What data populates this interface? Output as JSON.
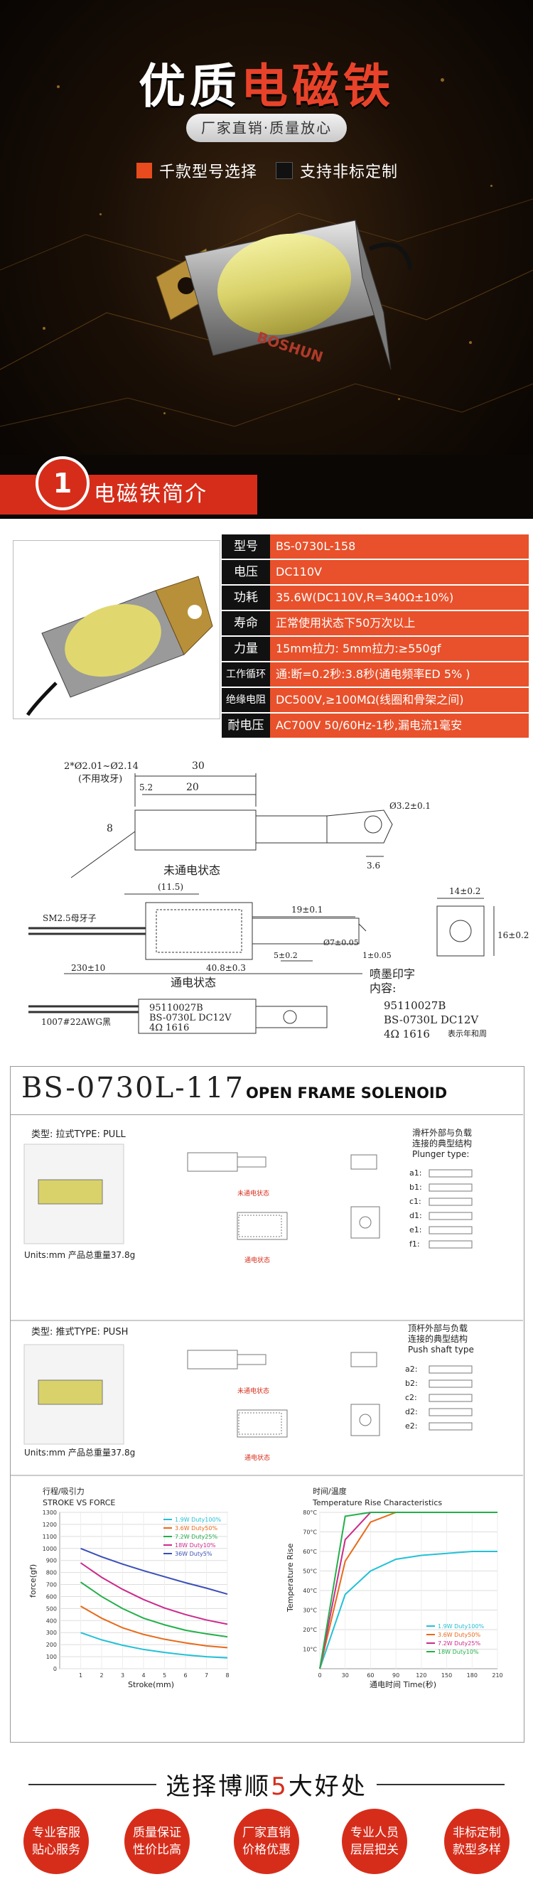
{
  "hero": {
    "title_a": "优质",
    "title_b": "电磁铁",
    "subtitle": "厂家直销·质量放心",
    "features": [
      {
        "label": "千款型号选择",
        "color": "#e84c1e"
      },
      {
        "label": "支持非标定制",
        "color": "#111111"
      }
    ],
    "brand_on_product": "BOSHUN"
  },
  "section1": {
    "number": "1",
    "title": "电磁铁简介"
  },
  "specs": [
    {
      "key": "型号",
      "value": "BS-0730L-158"
    },
    {
      "key": "电压",
      "value": "DC110V"
    },
    {
      "key": "功耗",
      "value": "35.6W(DC110V,R=340Ω±10%)"
    },
    {
      "key": "寿命",
      "value": "正常使用状态下50万次以上"
    },
    {
      "key": "力量",
      "value": "15mm拉力: 5mm拉力:≥550gf"
    },
    {
      "key": "工作循环",
      "value": "通:断=0.2秒:3.8秒(通电频率ED 5% )"
    },
    {
      "key": "绝缘电阻",
      "value": "DC500V,≥100MΩ(线圈和骨架之间)"
    },
    {
      "key": "耐电压",
      "value": "AC700V 50/60Hz-1秒,漏电流1毫安"
    }
  ],
  "drawing": {
    "hole_note": "2*Ø2.01~Ø2.14",
    "hole_note2": "(不用攻牙)",
    "dim_30": "30",
    "dim_20": "20",
    "dim_5_2": "5.2",
    "dim_8": "8",
    "dim_3_2": "Ø3.2±0.1",
    "dim_3_6": "3.6",
    "state_off": "未通电状态",
    "dim_11_5": "(11.5)",
    "sm_nut": "SM2.5母牙子",
    "dim_19": "19±0.1",
    "dim_14": "14±0.2",
    "dim_16": "16±0.2",
    "dim_7": "Ø7±0.05",
    "dim_1": "1±0.05",
    "dim_5": "5±0.2",
    "dim_230": "230±10",
    "dim_40_8": "40.8±0.3",
    "state_on": "通电状态",
    "ink_title": "喷墨印字",
    "ink_title2": "内容:",
    "ink_lines": [
      "95110027B",
      "BS-0730L  DC12V",
      "4Ω  1616"
    ],
    "label_lines": [
      "95110027B",
      "BS-0730L  DC12V",
      "4Ω   1616"
    ],
    "wire": "1007#22AWG黑",
    "date_note": "表示年和周"
  },
  "catalog": {
    "model": "BS-0730L-117",
    "type": "OPEN FRAME SOLENOID",
    "pull_label": "类型: 拉式TYPE: PULL",
    "push_label": "类型: 推式TYPE: PUSH",
    "units": "Units:mm  产品总重量37.8g",
    "state_off": "未通电状态",
    "state_on": "通电状态",
    "pull_note": [
      "滑杆外部与负载",
      "连接的典型结构",
      "Plunger type:"
    ],
    "pull_types": [
      "a1:",
      "b1:",
      "c1:",
      "d1:",
      "e1:",
      "f1:"
    ],
    "push_note": [
      "顶杆外部与负载",
      "连接的典型结构",
      "Push shaft type"
    ],
    "push_types": [
      "a2:",
      "b2:",
      "c2:",
      "d2:",
      "e2:"
    ],
    "force_title": "行程/吸引力",
    "force_title2": "STROKE VS FORCE",
    "force_ylabel": "force(gf)",
    "force_xlabel": "Stroke(mm)",
    "temp_title": "时间/温度",
    "temp_title2": "Temperature Rise Characteristics",
    "temp_ylabel": "Temperature Rise",
    "temp_xlabel": "通电时间  Time(秒)"
  },
  "chart_data": [
    {
      "type": "line",
      "title": "STROKE VS FORCE",
      "xlabel": "Stroke(mm)",
      "ylabel": "force(gf)",
      "x": [
        1,
        2,
        3,
        4,
        5,
        6,
        7,
        8
      ],
      "xlim": [
        0,
        8
      ],
      "ylim": [
        0,
        1300
      ],
      "yticks": [
        0,
        100,
        200,
        300,
        400,
        500,
        600,
        700,
        800,
        900,
        1000,
        1100,
        1200,
        1300
      ],
      "series": [
        {
          "name": "1.9W Duty100%",
          "color": "#22c1d6",
          "values": [
            300,
            240,
            195,
            160,
            135,
            115,
            100,
            90
          ]
        },
        {
          "name": "3.6W Duty50%",
          "color": "#e86a1a",
          "values": [
            520,
            420,
            340,
            285,
            245,
            215,
            190,
            175
          ]
        },
        {
          "name": "7.2W Duty25%",
          "color": "#22b04a",
          "values": [
            720,
            600,
            500,
            420,
            365,
            320,
            290,
            265
          ]
        },
        {
          "name": "18W Duty10%",
          "color": "#cc2a8c",
          "values": [
            880,
            760,
            660,
            575,
            505,
            450,
            405,
            370
          ]
        },
        {
          "name": "36W Duty5%",
          "color": "#3a4fb8",
          "values": [
            1000,
            930,
            870,
            815,
            765,
            715,
            670,
            620
          ]
        }
      ]
    },
    {
      "type": "line",
      "title": "Temperature Rise Characteristics",
      "xlabel": "Time(秒)",
      "ylabel": "Temperature Rise",
      "x": [
        0,
        30,
        60,
        90,
        120,
        150,
        180,
        210
      ],
      "xlim": [
        0,
        210
      ],
      "ylim": [
        0,
        80
      ],
      "yticks": [
        10,
        20,
        30,
        40,
        50,
        60,
        70,
        80
      ],
      "ytick_labels": [
        "10°C",
        "20°C",
        "30°C",
        "40°C",
        "50°C",
        "60°C",
        "70°C",
        "80°C"
      ],
      "series": [
        {
          "name": "1.9W Duty100%",
          "color": "#22c1d6",
          "values": [
            0,
            38,
            50,
            56,
            58,
            59,
            60,
            60
          ]
        },
        {
          "name": "3.6W Duty50%",
          "color": "#e86a1a",
          "values": [
            0,
            55,
            75,
            80,
            80,
            80,
            80,
            80
          ]
        },
        {
          "name": "7.2W Duty25%",
          "color": "#cc2a8c",
          "values": [
            0,
            66,
            80,
            80,
            80,
            80,
            80,
            80
          ]
        },
        {
          "name": "18W Duty10%",
          "color": "#22b04a",
          "values": [
            0,
            78,
            80,
            80,
            80,
            80,
            80,
            80
          ]
        }
      ]
    }
  ],
  "footer": {
    "title_a": "选择博顺",
    "title_num": "5",
    "title_b": "大好处",
    "items": [
      [
        "专业客服",
        "贴心服务"
      ],
      [
        "质量保证",
        "性价比高"
      ],
      [
        "厂家直销",
        "价格优惠"
      ],
      [
        "专业人员",
        "层层把关"
      ],
      [
        "非标定制",
        "款型多样"
      ]
    ]
  }
}
